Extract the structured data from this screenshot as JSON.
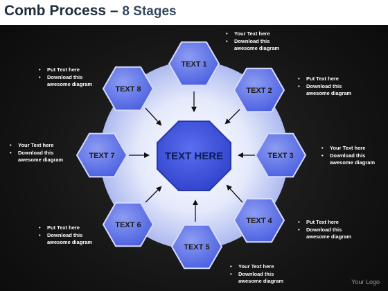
{
  "header": {
    "title": "Comb Process",
    "dash": " – ",
    "subtitle": "8 Stages"
  },
  "center": {
    "label": "TEXT HERE"
  },
  "stages": [
    {
      "label": "TEXT 1"
    },
    {
      "label": "TEXT 2"
    },
    {
      "label": "TEXT 3"
    },
    {
      "label": "TEXT 4"
    },
    {
      "label": "TEXT 5"
    },
    {
      "label": "TEXT 6"
    },
    {
      "label": "TEXT 7"
    },
    {
      "label": "TEXT 8"
    }
  ],
  "notes": {
    "n1": {
      "line1": "Your Text here",
      "line2": "Download this",
      "line3": "awesome diagram"
    },
    "n2": {
      "line1": "Put Text here",
      "line2": "Download this",
      "line3": "awesome diagram"
    },
    "n3": {
      "line1": "Your Text here",
      "line2": "Download this",
      "line3": "awesome diagram"
    },
    "n4": {
      "line1": "Put Text here",
      "line2": "Download this",
      "line3": "awesome diagram"
    },
    "n5": {
      "line1": "Your Text here",
      "line2": "Download this",
      "line3": "awesome diagram"
    },
    "n6": {
      "line1": "Put Text here",
      "line2": "Download this",
      "line3": "awesome diagram"
    },
    "n7": {
      "line1": "Your Text here",
      "line2": "Download this",
      "line3": "awesome diagram"
    },
    "n8": {
      "line1": "Put Text here",
      "line2": "Download this",
      "line3": "awesome diagram"
    }
  },
  "footer": {
    "logo": "Your Logo"
  },
  "colors": {
    "hex_fill": "#5b6ee6",
    "hex_stroke": "#c9d2ff",
    "center_fill": "#3b4fd8",
    "ring": "#b7c3f3"
  }
}
